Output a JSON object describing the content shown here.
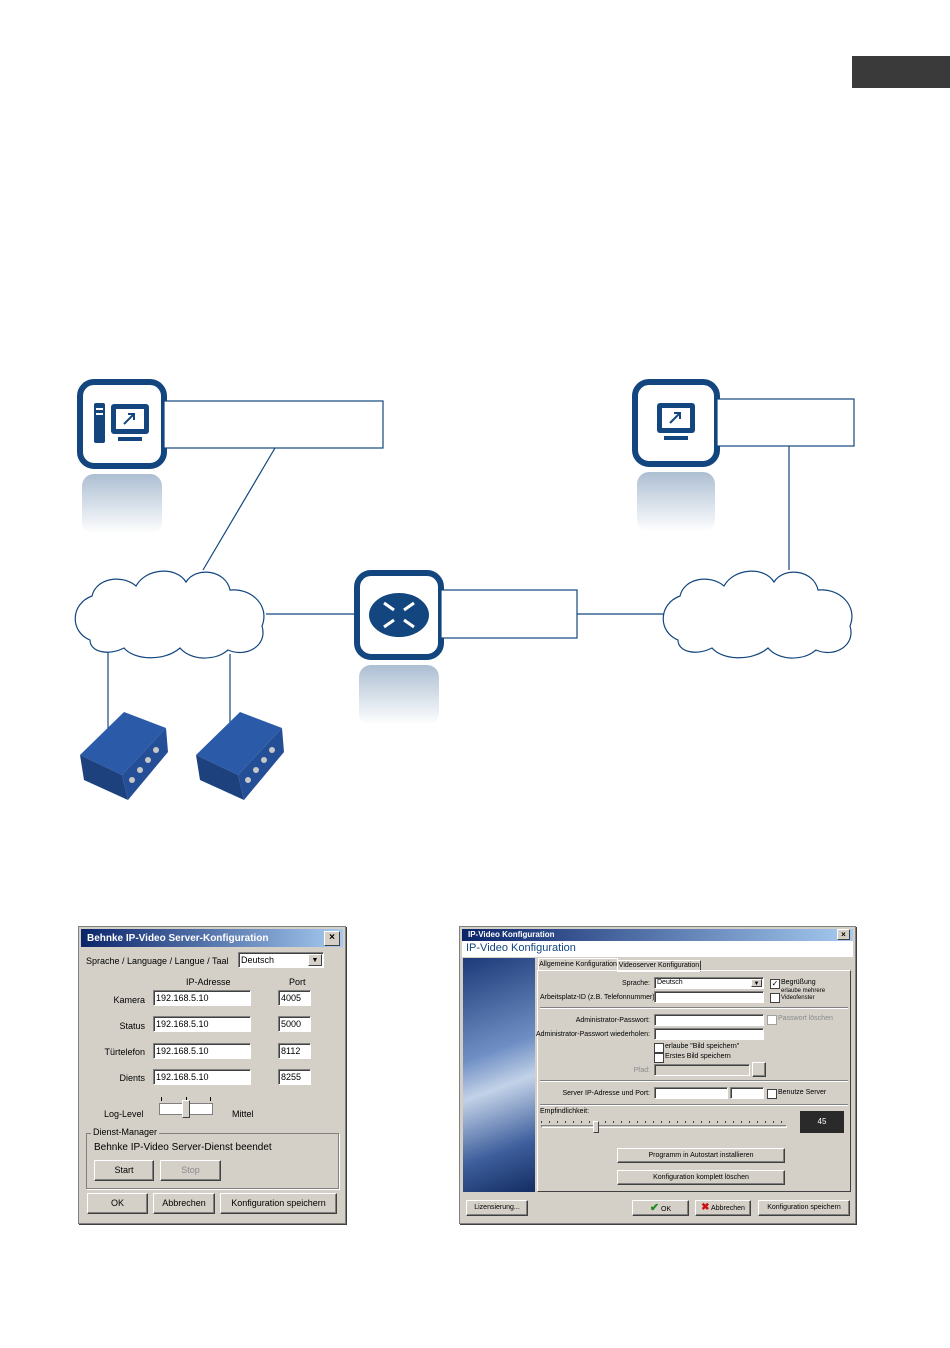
{
  "accent_color": "#13467f",
  "window1": {
    "title": "Behnke IP-Video Server-Konfiguration",
    "language_label": "Sprache / Language / Langue / Taal",
    "language_value": "Deutsch",
    "col_ip": "IP-Adresse",
    "col_port": "Port",
    "rows": [
      {
        "label": "Kamera",
        "ip": "192.168.5.10",
        "port": "4005"
      },
      {
        "label": "Status",
        "ip": "192.168.5.10",
        "port": "5000"
      },
      {
        "label": "Türtelefon",
        "ip": "192.168.5.10",
        "port": "8112"
      },
      {
        "label": "Dients",
        "ip": "192.168.5.10",
        "port": "8255"
      }
    ],
    "loglevel_label": "Log-Level",
    "loglevel_value": "Mittel",
    "service_group": "Dienst-Manager",
    "service_status": "Behnke IP-Video Server-Dienst beendet",
    "start_button": "Start",
    "stop_button": "Stop",
    "ok_button": "OK",
    "cancel_button": "Abbrechen",
    "save_button": "Konfiguration speichern"
  },
  "window2": {
    "title": "IP-Video Konfiguration",
    "header": "IP-Video Konfiguration",
    "tabs": [
      "Allgemeine Konfiguration",
      "Videoserver Konfiguration"
    ],
    "language_label": "Sprache:",
    "language_value": "Deutsch",
    "welcome_checkbox": "Begrüßung",
    "workplace_label": "Arbeitsplatz-ID (z.B. Telefonnummer)",
    "multi_window_checkbox": "erlaube mehrere Videofenster",
    "admin_pw_label": "Administrator-Passwort:",
    "admin_pw_repeat_label": "Administrator-Passwort wiederholen:",
    "delete_pw_checkbox": "Passwort löschen",
    "allow_save_checkbox": "erlaube \"Bild speichern\"",
    "first_image_checkbox": "Erstes Bild speichern",
    "path_label": "Pfad:",
    "server_label": "Server IP-Adresse und Port:",
    "use_server_checkbox": "Benutze Server",
    "sensitivity_label": "Empfindlichkeit:",
    "sensitivity_value": "45",
    "autostart_button": "Programm in Autostart installieren",
    "delete_config_button": "Konfiguration komplett löschen",
    "license_button": "Lizensierung...",
    "ok_button": "OK",
    "cancel_button": "Abbrechen",
    "save_button": "Konfiguration speichern"
  }
}
